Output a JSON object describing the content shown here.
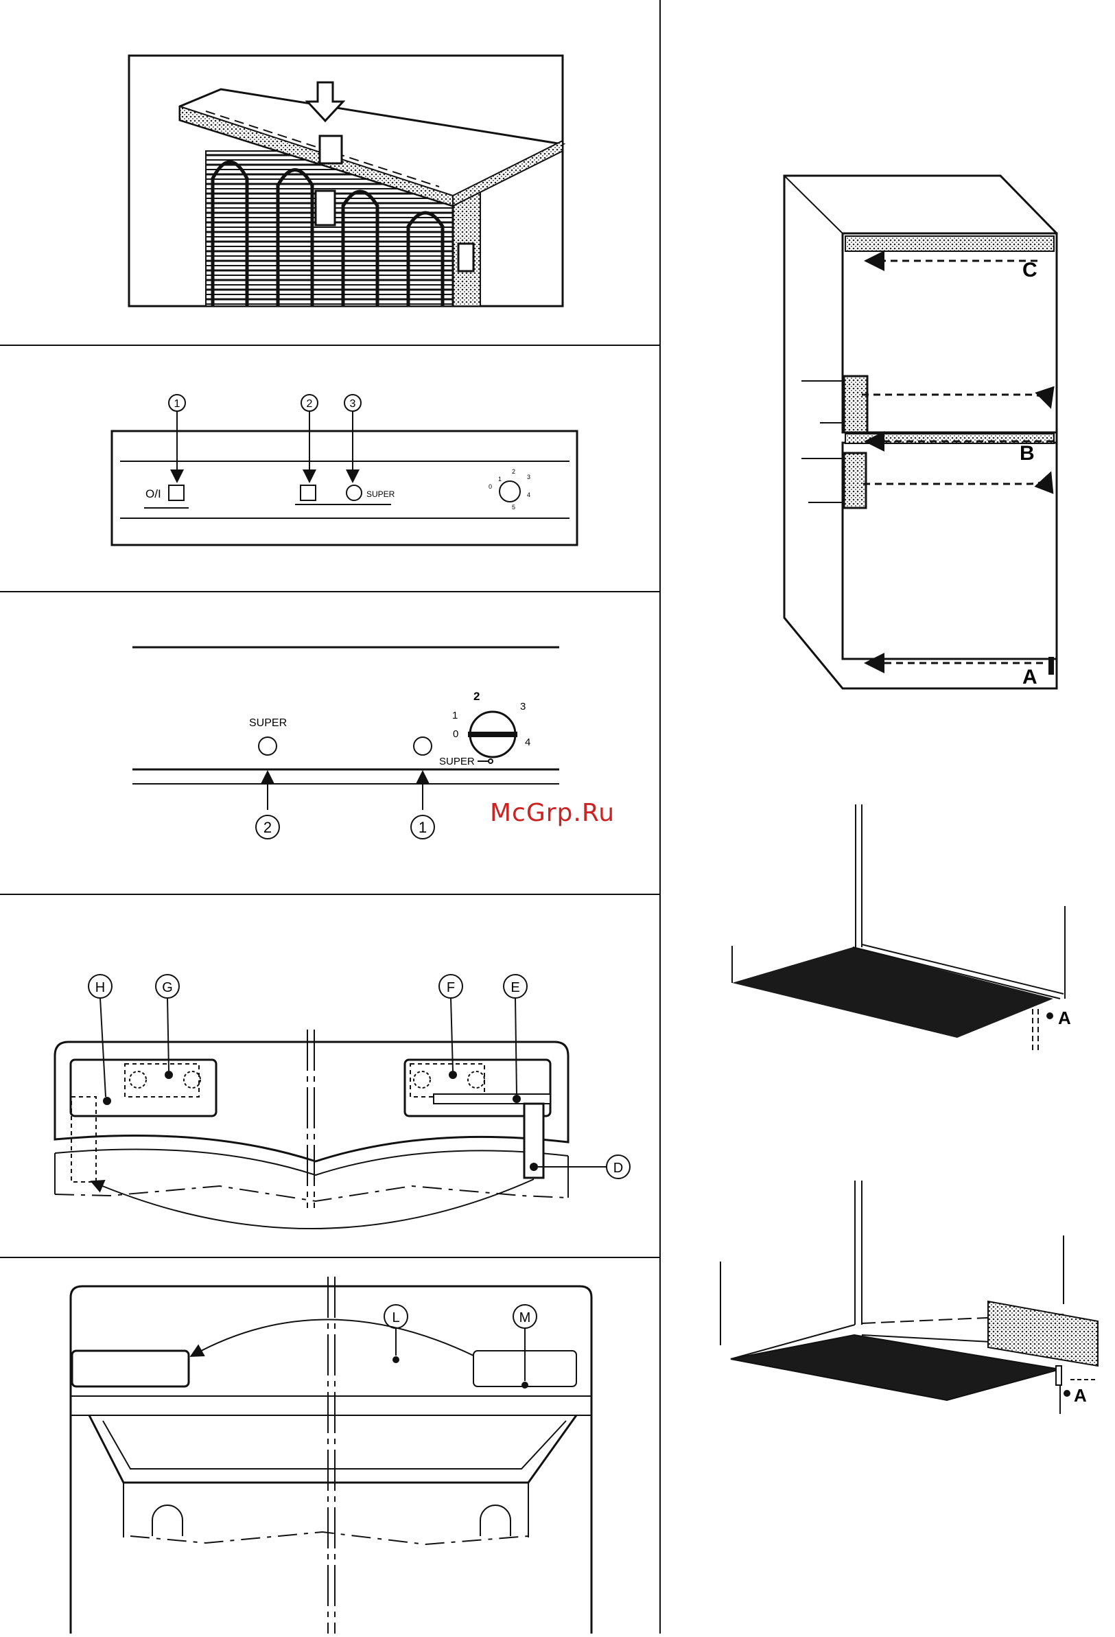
{
  "watermark": "McGrp.Ru",
  "panel1": {
    "callouts": [
      "1",
      "2",
      "3"
    ],
    "switch_label": "O/I",
    "super_label": "SUPER",
    "dial_numbers": [
      "1",
      "2",
      "3",
      "4",
      "5",
      "0"
    ]
  },
  "panel2": {
    "super_label_left": "SUPER",
    "super_label_dial": "SUPER",
    "dial_numbers": [
      "1",
      "2",
      "3",
      "4",
      "0"
    ],
    "callouts": [
      "2",
      "1"
    ]
  },
  "hinge_diagram": {
    "labels": [
      "H",
      "G",
      "F",
      "E",
      "D"
    ]
  },
  "handle_diagram": {
    "labels": [
      "L",
      "M"
    ]
  },
  "fridge": {
    "labels": [
      "C",
      "B",
      "A"
    ]
  },
  "plinth_diagrams": {
    "label_a": "A"
  }
}
